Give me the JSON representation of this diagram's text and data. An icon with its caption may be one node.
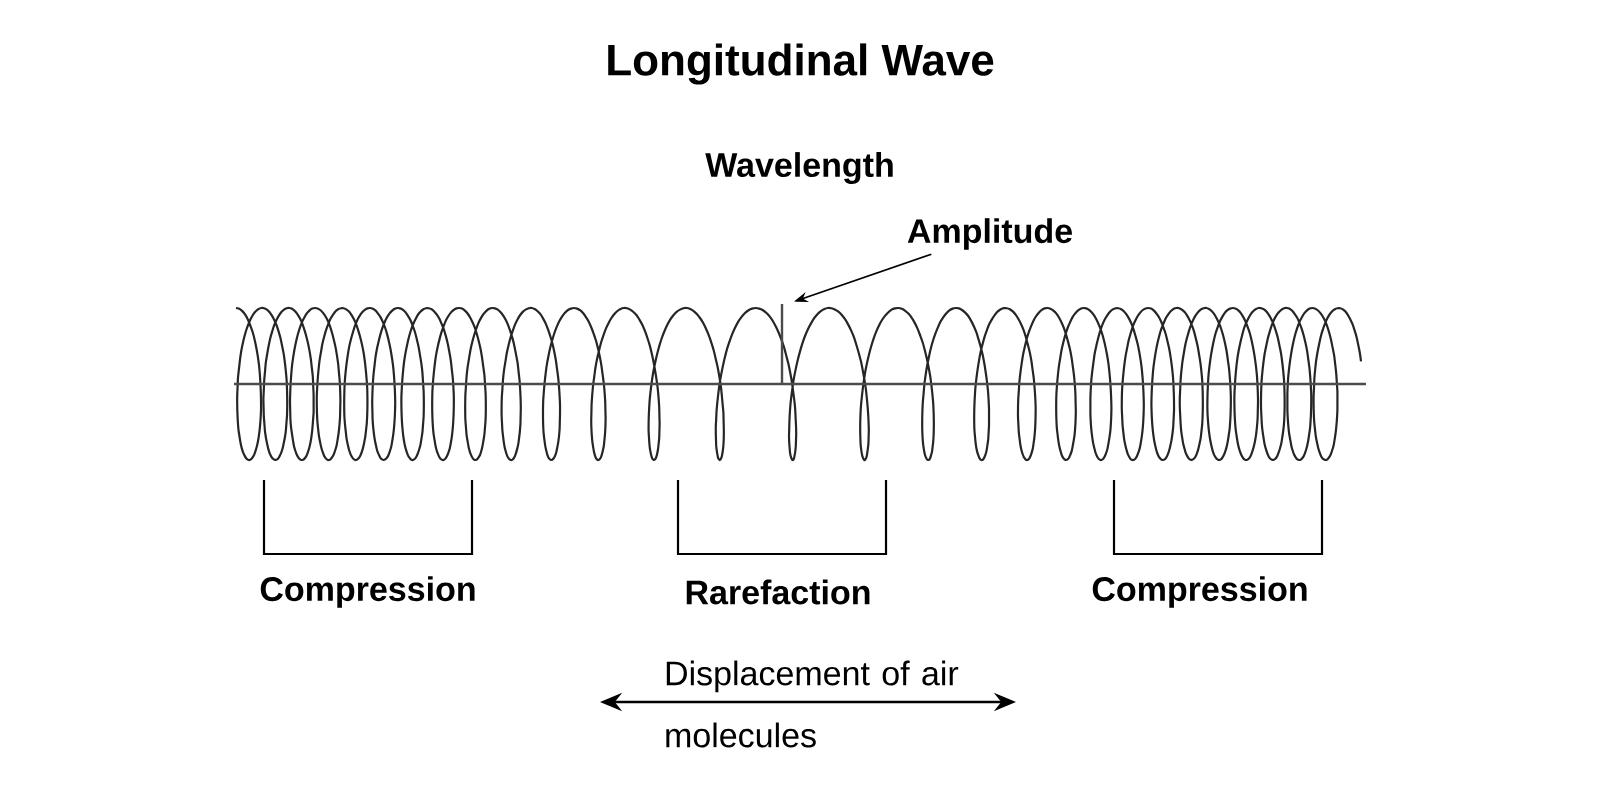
{
  "diagram": {
    "title": "Longitudinal Wave",
    "nodes": [
      {
        "text": [
          "Amplitude"
        ]
      },
      {
        "text": [],
        "shape": "picture"
      }
    ],
    "edges": [
      {
        "from": 0,
        "to": 1,
        "arrow": "to"
      }
    ],
    "labels": [
      "Wavelength",
      "Compression",
      "Rarefaction",
      "Compression",
      "Displacement of air molecules"
    ]
  }
}
